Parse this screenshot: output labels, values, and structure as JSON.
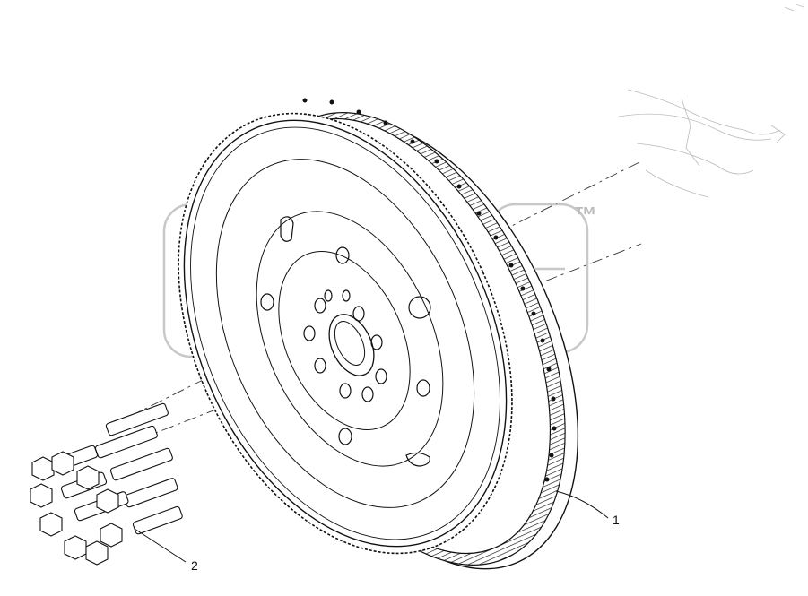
{
  "diagram": {
    "callouts": [
      {
        "id": "1",
        "label": "1",
        "part": "flywheel"
      },
      {
        "id": "2",
        "label": "2",
        "part": "flywheel-bolts"
      }
    ],
    "watermark": {
      "mark": "™"
    },
    "colors": {
      "line": "#111111",
      "watermark": "#c8c8c8",
      "background": "#ffffff"
    },
    "bolt_count": 8
  }
}
